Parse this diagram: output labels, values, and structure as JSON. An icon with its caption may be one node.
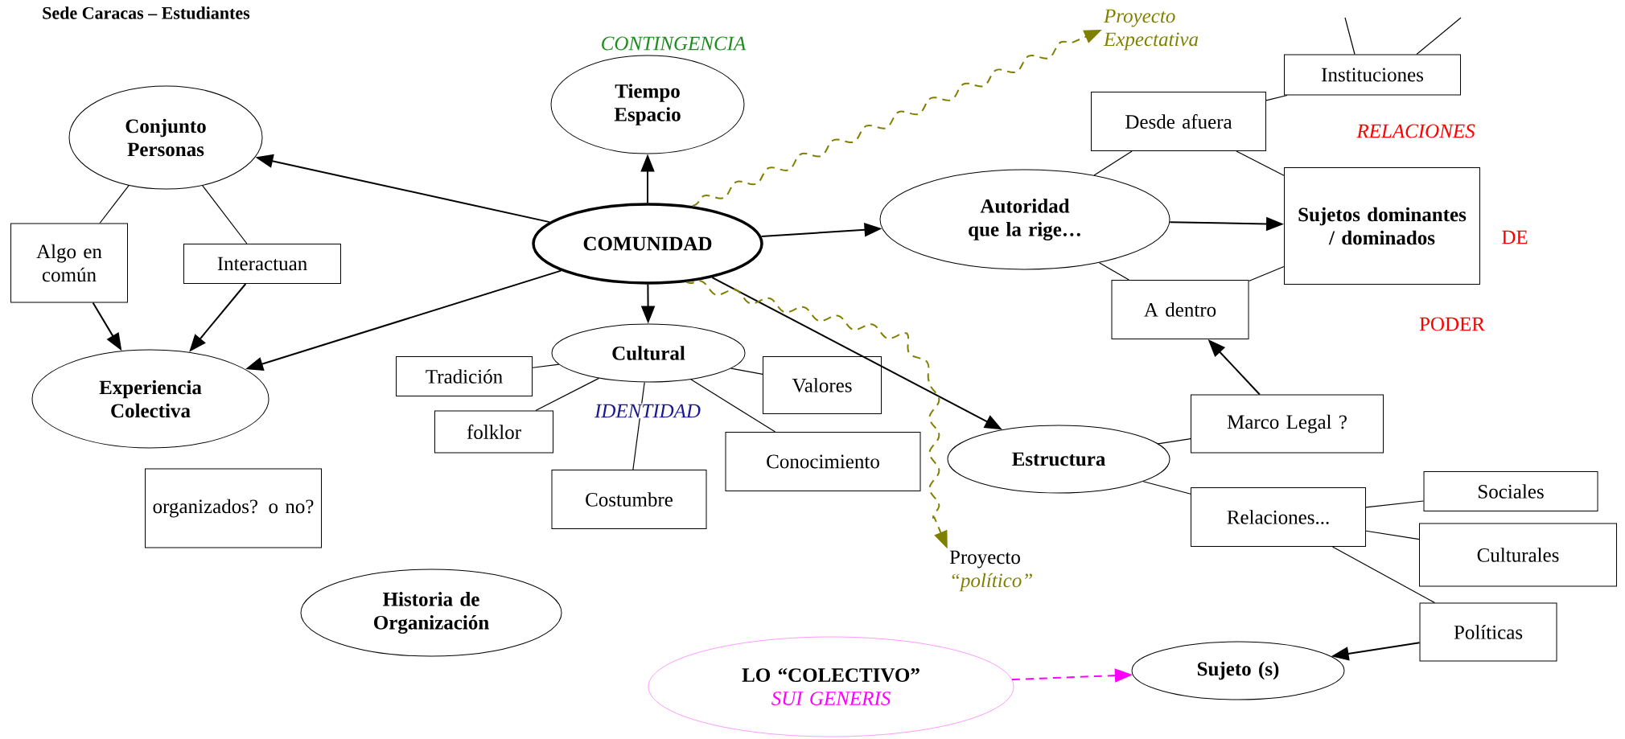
{
  "diagram": {
    "title": "Sede Caracas – Estudiantes",
    "nodes": [
      {
        "text": [
          "Conjunto Personas"
        ]
      },
      {
        "text": [
          "Algo en común"
        ]
      },
      {
        "text": [
          "Interactuan"
        ]
      },
      {
        "text": [
          "Experiencia Colectiva"
        ]
      },
      {
        "text": [
          "organizados? o no?"
        ]
      },
      {
        "text": [
          "Historia de Organización"
        ]
      },
      {
        "text": [
          "Tiempo Espacio"
        ],
        "beside": [
          "CONTINGENCIA"
        ]
      },
      {
        "text": [
          "COMUNIDAD"
        ]
      },
      {
        "text": [
          "Cultural"
        ]
      },
      {
        "text": [
          "Tradición"
        ]
      },
      {
        "text": [
          "folklor"
        ]
      },
      {
        "text": [
          "Costumbre"
        ]
      },
      {
        "text": [
          "Conocimiento"
        ]
      },
      {
        "text": [
          "Valores"
        ]
      },
      {
        "text": [
          "Autoridad que la rige…"
        ]
      },
      {
        "text": [
          "Desde afuera"
        ]
      },
      {
        "text": [
          "Instituciones"
        ]
      },
      {
        "text": [
          "Sujetos dominantes / dominados"
        ]
      },
      {
        "text": [
          "A dentro"
        ]
      },
      {
        "text": [
          "Estructura"
        ]
      },
      {
        "text": [
          "Marco Legal ?"
        ]
      },
      {
        "text": [
          "Relaciones..."
        ]
      },
      {
        "text": [
          "Sociales"
        ]
      },
      {
        "text": [
          "Culturales"
        ]
      },
      {
        "text": [
          "Políticas"
        ]
      },
      {
        "text": [
          "Sujeto (s)"
        ]
      },
      {
        "text": [
          "LO “COLECTIVO”",
          "SUI GENERIS"
        ]
      },
      {
        "text": [
          "Proyecto Expectativa"
        ]
      },
      {
        "text": [
          "Proyecto",
          "“político”"
        ]
      }
    ],
    "edges": [
      {
        "from": 7,
        "to": 0,
        "arrow": "to"
      },
      {
        "from": 7,
        "to": 3,
        "arrow": "to"
      },
      {
        "from": 0,
        "to": 1,
        "arrow": "none"
      },
      {
        "from": 0,
        "to": 2,
        "arrow": "none"
      },
      {
        "from": 1,
        "to": 3,
        "arrow": "to"
      },
      {
        "from": 2,
        "to": 3,
        "arrow": "to"
      },
      {
        "from": 7,
        "to": 6,
        "arrow": "to"
      },
      {
        "from": 7,
        "to": 8,
        "arrow": "to"
      },
      {
        "from": 8,
        "to": 9,
        "arrow": "none"
      },
      {
        "from": 8,
        "to": 10,
        "arrow": "none"
      },
      {
        "from": 8,
        "to": 11,
        "arrow": "none"
      },
      {
        "from": 8,
        "to": 12,
        "arrow": "none"
      },
      {
        "from": 8,
        "to": 13,
        "arrow": "none"
      },
      {
        "from": 7,
        "to": 14,
        "arrow": "to"
      },
      {
        "from": 7,
        "to": 19,
        "arrow": "to"
      },
      {
        "from": 14,
        "to": 15,
        "arrow": "none"
      },
      {
        "from": 14,
        "to": 18,
        "arrow": "none"
      },
      {
        "from": 14,
        "to": 17,
        "arrow": "to"
      },
      {
        "from": 15,
        "to": 16,
        "arrow": "none"
      },
      {
        "from": 15,
        "to": 17,
        "arrow": "none"
      },
      {
        "from": 18,
        "to": 17,
        "arrow": "none"
      },
      {
        "from": 16,
        "to": null,
        "arrow": "none"
      },
      {
        "from": 16,
        "to": null,
        "arrow": "none"
      },
      {
        "from": 20,
        "to": 18,
        "arrow": "to"
      },
      {
        "from": 19,
        "to": 20,
        "arrow": "none"
      },
      {
        "from": 19,
        "to": 21,
        "arrow": "none"
      },
      {
        "from": 21,
        "to": 22,
        "arrow": "none"
      },
      {
        "from": 21,
        "to": 23,
        "arrow": "none"
      },
      {
        "from": 21,
        "to": 24,
        "arrow": "none"
      },
      {
        "from": 24,
        "to": 25,
        "arrow": "to"
      },
      {
        "from": 26,
        "to": 25,
        "arrow": "to",
        "style": "dashed",
        "color": "#ff00ff"
      },
      {
        "from": 7,
        "to": 27,
        "arrow": "to",
        "style": "dashed",
        "color": "#808000"
      },
      {
        "from": 7,
        "to": 28,
        "arrow": "to",
        "style": "dashed",
        "color": "#808000"
      }
    ],
    "labels": [
      "IDENTIDAD",
      "RELACIONES",
      "DE",
      "PODER"
    ]
  }
}
